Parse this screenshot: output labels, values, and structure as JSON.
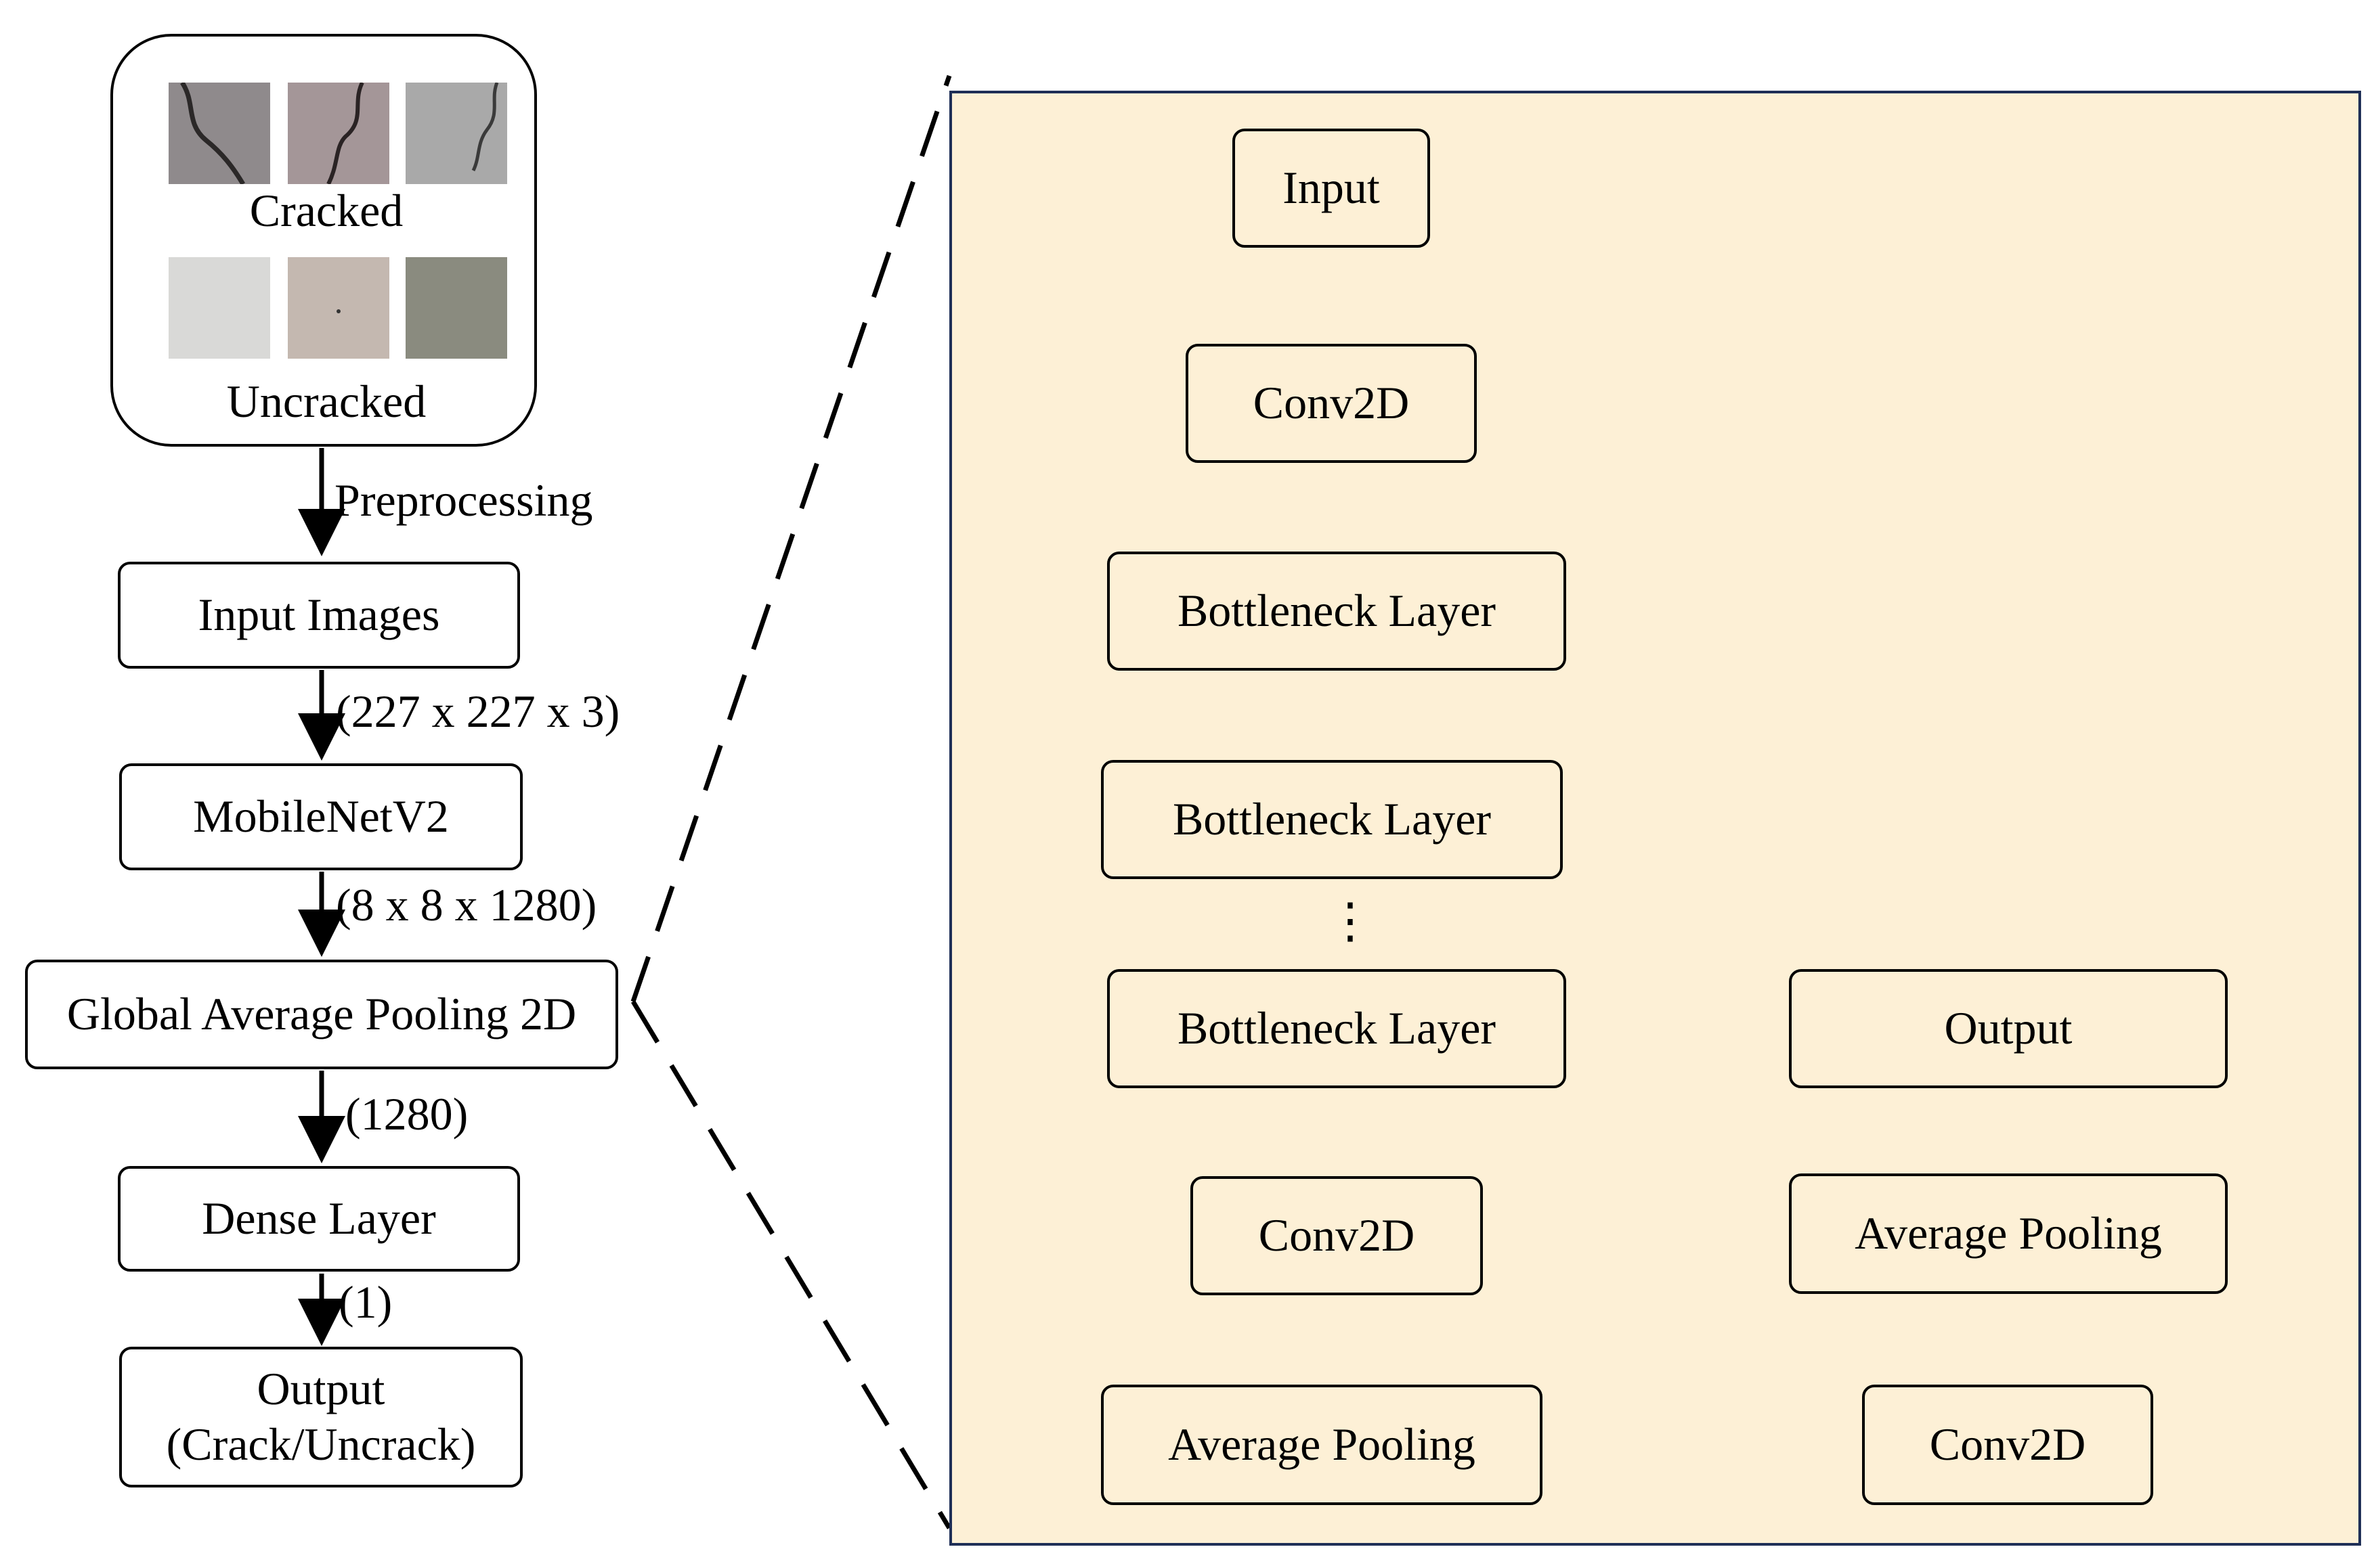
{
  "samples": {
    "cracked_label": "Cracked",
    "uncracked_label": "Uncracked"
  },
  "pipeline": {
    "edge_preprocessing": "Preprocessing",
    "input_images": "Input Images",
    "edge_input_shape": "(227 x 227 x 3)",
    "mobilenet": "MobileNetV2",
    "edge_feature_shape": "(8 x 8 x 1280)",
    "gap": "Global Average Pooling 2D",
    "edge_pooled_shape": "(1280)",
    "dense": "Dense Layer",
    "edge_dense_shape": "(1)",
    "output_line1": "Output",
    "output_line2": "(Crack/Uncrack)"
  },
  "detail": {
    "input": "Input",
    "conv2d_1": "Conv2D",
    "bottleneck_1": "Bottleneck Layer",
    "bottleneck_2": "Bottleneck Layer",
    "ellipsis": "⋮",
    "bottleneck_n": "Bottleneck Layer",
    "conv2d_2": "Conv2D",
    "avg_pool_1": "Average Pooling",
    "conv2d_3": "Conv2D",
    "avg_pool_2": "Average Pooling",
    "output": "Output"
  },
  "colors": {
    "panel_background": "#fdf0d6",
    "panel_border": "#1f2f57"
  }
}
